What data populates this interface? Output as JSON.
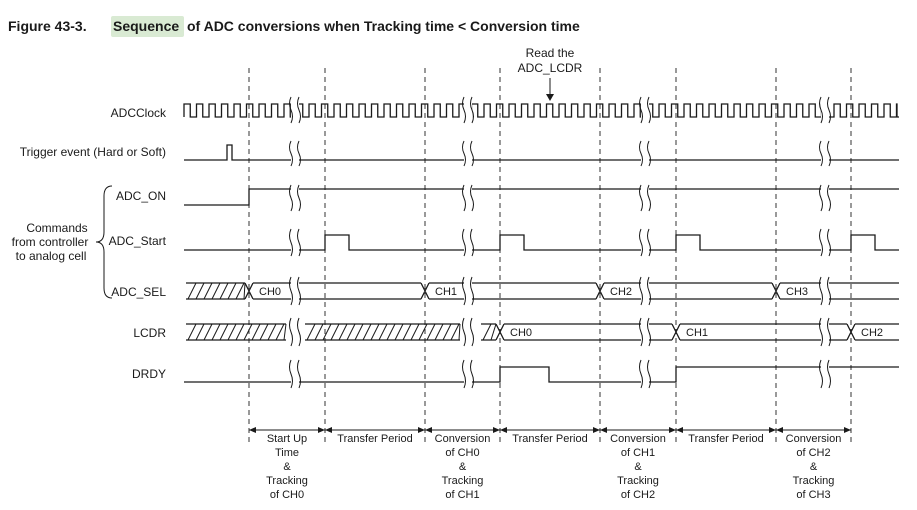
{
  "figure": {
    "number": "Figure 43-3.",
    "title_highlight": "Sequence",
    "title_rest": "of ADC conversions when Tracking time < Conversion time"
  },
  "annotation": {
    "line1": "Read the",
    "line2": "ADC_LCDR"
  },
  "signals": {
    "adcclock": "ADCClock",
    "trigger": "Trigger event (Hard or Soft)",
    "adc_on": "ADC_ON",
    "adc_start": "ADC_Start",
    "adc_sel": "ADC_SEL",
    "lcdr": "LCDR",
    "drdy": "DRDY"
  },
  "group_label": {
    "line1": "Commands",
    "line2": "from controller",
    "line3": "to analog cell"
  },
  "bus_values": {
    "sel_ch0": "CH0",
    "sel_ch1": "CH1",
    "sel_ch2": "CH2",
    "sel_ch3": "CH3",
    "lcdr_ch0": "CH0",
    "lcdr_ch1": "CH1",
    "lcdr_ch2": "CH2"
  },
  "periods": [
    [
      "Start Up",
      "Time",
      "&",
      "Tracking",
      "of CH0"
    ],
    [
      "Transfer Period"
    ],
    [
      "Conversion",
      "of CH0",
      "&",
      "Tracking",
      "of CH1"
    ],
    [
      "Transfer Period"
    ],
    [
      "Conversion",
      "of CH1",
      "&",
      "Tracking",
      "of CH2"
    ],
    [
      "Transfer Period"
    ],
    [
      "Conversion",
      "of CH2",
      "&",
      "Tracking",
      "of CH3"
    ]
  ]
}
